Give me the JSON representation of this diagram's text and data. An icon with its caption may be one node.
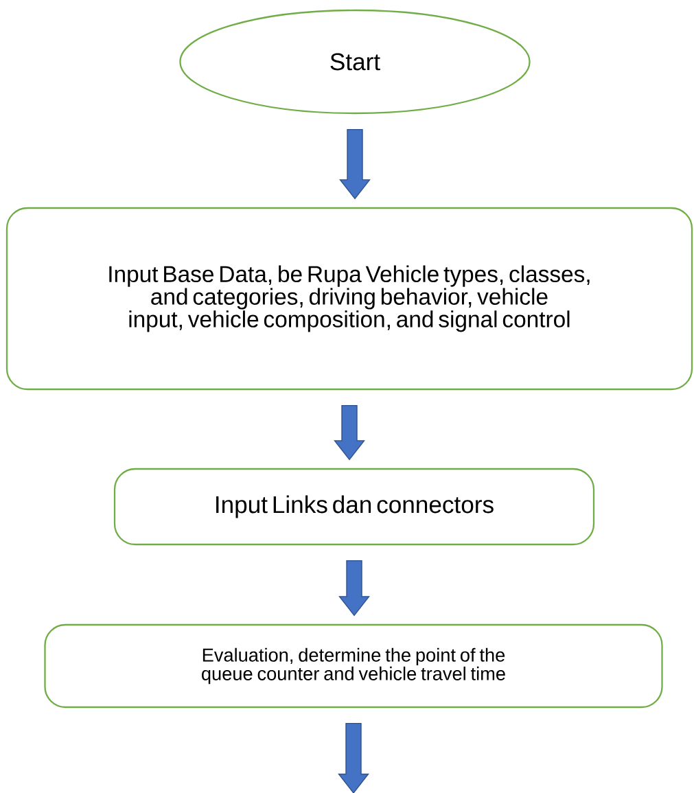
{
  "diagram": {
    "nodes": [
      {
        "text": [
          "Start"
        ]
      },
      {
        "text": [
          "Input Base Data, be Rupa Vehicle types, classes, and categories, driving behavior, vehicle input, vehicle composition, and signal control"
        ]
      },
      {
        "text": [
          "Input Links dan connectors"
        ]
      },
      {
        "text": [
          "Evaluation, determine the point of the queue counter and vehicle travel time"
        ]
      }
    ],
    "edges": [
      {
        "from": 0,
        "to": 1,
        "arrow": "to"
      },
      {
        "from": 1,
        "to": 2,
        "arrow": "to"
      },
      {
        "from": 2,
        "to": 3,
        "arrow": "to"
      },
      {
        "from": 3,
        "to": null,
        "arrow": "to"
      }
    ]
  }
}
